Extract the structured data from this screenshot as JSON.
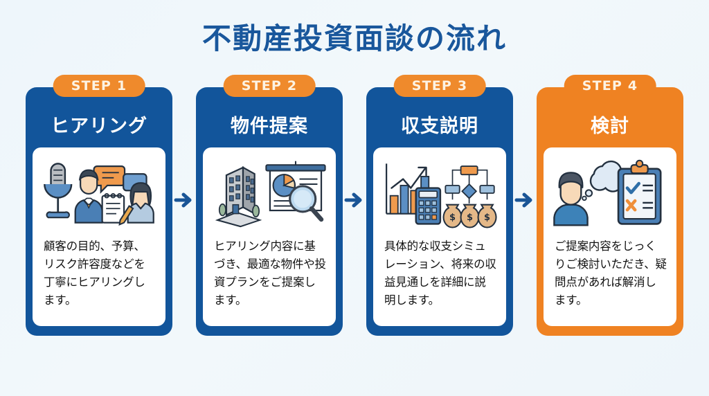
{
  "title": "不動産投資面談の流れ",
  "theme": {
    "background": "#eef6fb",
    "title_color": "#19579c",
    "blue": "#12559b",
    "orange": "#ef8222",
    "badge_orange": "#ef8a2c",
    "badge_text": "#fdf3e3",
    "arrow_color": "#1a5596",
    "card_inner": "#ffffff",
    "body_text": "#121212"
  },
  "steps": [
    {
      "badge": "STEP 1",
      "title": "ヒアリング",
      "description": "顧客の目的、予算、リスク許容度などを丁寧にヒアリングします。",
      "accent": "blue",
      "icons": [
        "microphone-icon",
        "businessman-icon",
        "speech-bubble-icon",
        "notepad-pencil-icon",
        "businesswoman-icon"
      ]
    },
    {
      "badge": "STEP 2",
      "title": "物件提案",
      "description": "ヒアリング内容に基づき、最適な物件や投資プランをご提案します。",
      "accent": "blue",
      "icons": [
        "office-building-icon",
        "presentation-board-icon",
        "pie-chart-icon",
        "magnifying-glass-icon"
      ]
    },
    {
      "badge": "STEP 3",
      "title": "収支説明",
      "description": "具体的な収支シミュレーション、将来の収益見通しを詳細に説明します。",
      "accent": "blue",
      "icons": [
        "bar-chart-icon",
        "trend-arrow-icon",
        "calculator-icon",
        "flowchart-icon",
        "money-bag-icon"
      ]
    },
    {
      "badge": "STEP 4",
      "title": "検討",
      "description": "ご提案内容をじっくりご検討いただき、疑問点があれば解消します。",
      "accent": "orange",
      "icons": [
        "person-thinking-icon",
        "thought-bubble-icon",
        "clipboard-checklist-icon",
        "check-mark-icon",
        "cross-mark-icon"
      ]
    }
  ],
  "connectors": [
    {
      "name": "arrow-right-icon"
    },
    {
      "name": "arrow-right-icon"
    },
    {
      "name": "arrow-right-icon"
    }
  ]
}
